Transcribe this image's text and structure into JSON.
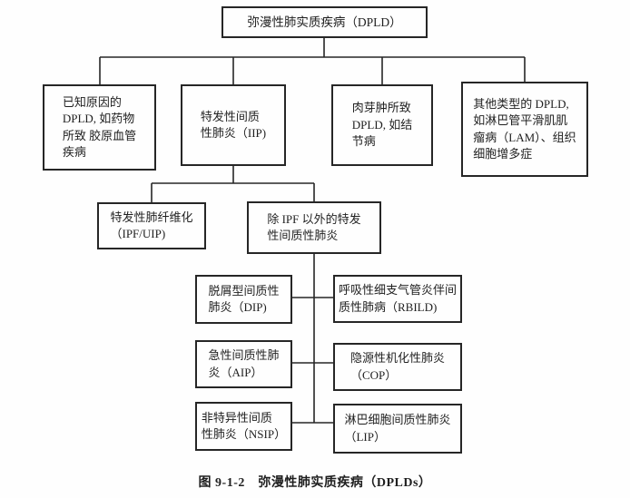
{
  "figure": {
    "root": {
      "text": "弥漫性肺实质疾病（DPLD）"
    },
    "level2": [
      {
        "text": "已知原因的\nDPLD, 如药物\n所致 胶原血管\n疾病"
      },
      {
        "text": "特发性间质\n性肺炎（IIP)"
      },
      {
        "text": "肉芽肿所致\nDPLD, 如结\n节病"
      },
      {
        "text": "其他类型的 DPLD,\n如淋巴管平滑肌肌\n瘤病（LAM）、组织\n细胞增多症"
      }
    ],
    "level3": [
      {
        "text": "特发性肺纤维化\n（IPF/UIP)"
      },
      {
        "text": "除 IPF 以外的特发\n性间质性肺炎"
      }
    ],
    "level4_left": [
      {
        "text": "脱屑型间质性\n肺炎（DIP)"
      },
      {
        "text": "急性间质性肺\n炎（AIP）"
      },
      {
        "text": "非特异性间质\n性肺炎（NSIP）"
      }
    ],
    "level4_right": [
      {
        "text": "呼吸性细支气管炎伴间\n质性肺病（RBILD)"
      },
      {
        "text": "隐源性机化性肺炎\n（COP）"
      },
      {
        "text": "淋巴细胞间质性肺炎\n（LIP）"
      }
    ],
    "caption": "图 9-1-2　弥漫性肺实质疾病（DPLDs）",
    "line_color": "#262626"
  }
}
